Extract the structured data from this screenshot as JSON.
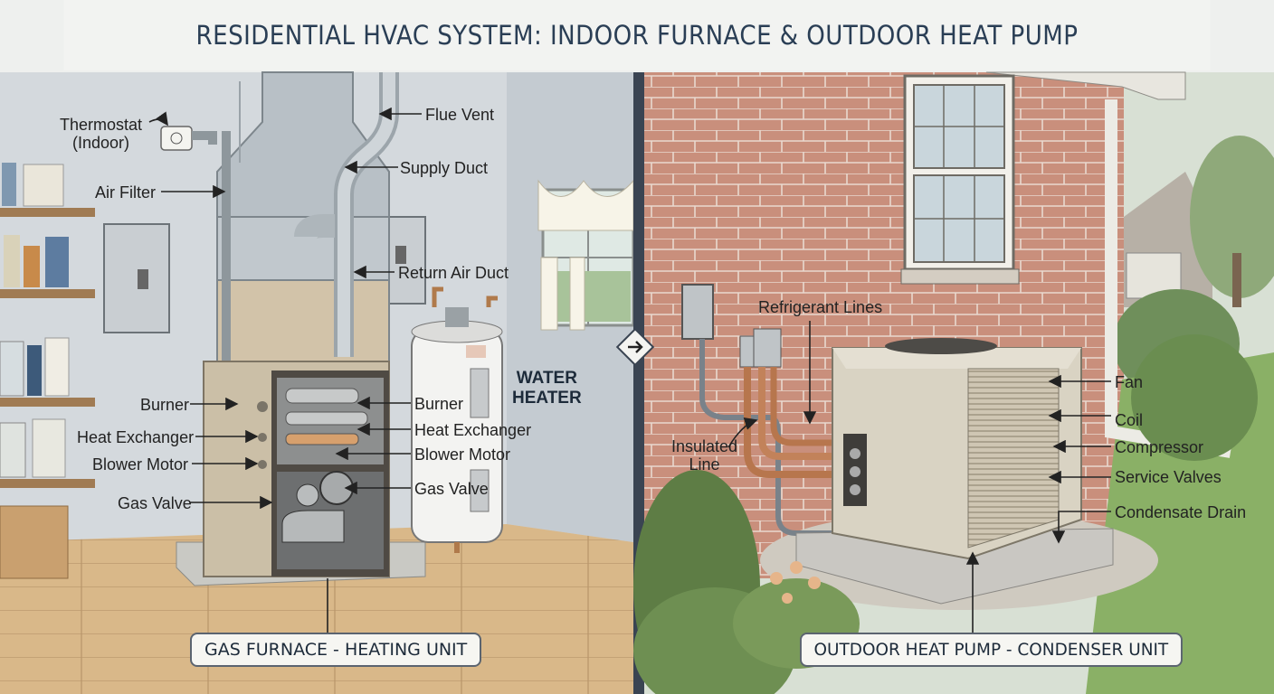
{
  "title": "RESIDENTIAL HVAC SYSTEM: INDOOR FURNACE & OUTDOOR HEAT PUMP",
  "indoor": {
    "caption": "GAS FURNACE - HEATING UNIT",
    "labels": {
      "thermostat": "Thermostat\n(Indoor)",
      "flue_vent": "Flue Vent",
      "supply_duct": "Supply Duct",
      "air_filter": "Air Filter",
      "return_air_duct": "Return Air Duct",
      "burner_left": "Burner",
      "heat_exchanger_left": "Heat Exchanger",
      "blower_motor_left": "Blower Motor",
      "gas_valve_left": "Gas Valve",
      "burner_right": "Burner",
      "heat_exchanger_right": "Heat Exchanger",
      "blower_motor_right": "Blower Motor",
      "gas_valve_right": "Gas Valve",
      "water_heater": "WATER\nHEATER"
    }
  },
  "outdoor": {
    "caption": "OUTDOOR HEAT PUMP - CONDENSER UNIT",
    "labels": {
      "refrigerant_lines": "Refrigerant Lines",
      "insulated_line": "Insulated\nLine",
      "fan": "Fan",
      "coil": "Coil",
      "compressor": "Compressor",
      "service_valves": "Service Valves",
      "condensate_drain": "Condensate Drain"
    }
  },
  "icons": {
    "divider": "arrow-right-icon"
  }
}
